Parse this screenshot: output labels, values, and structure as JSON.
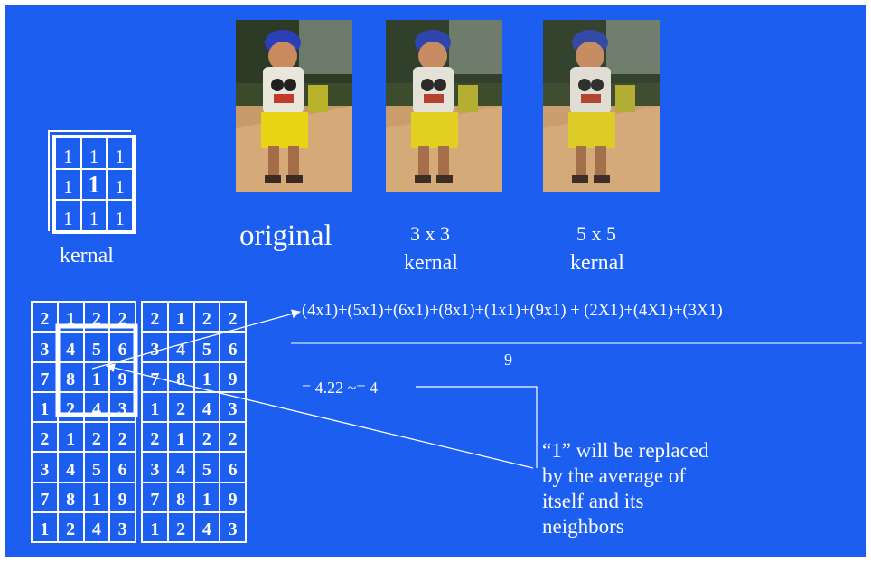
{
  "labels": {
    "original": "original",
    "k3_line1": "3 x 3",
    "k3_line2": "kernal",
    "k5_line1": "5 x 5",
    "k5_line2": "kernal",
    "kernal": "kernal"
  },
  "kernel": [
    "1",
    "1",
    "1",
    "1",
    "1",
    "1",
    "1",
    "1",
    "1"
  ],
  "left_grid": [
    "2",
    "1",
    "2",
    "2",
    "3",
    "4",
    "5",
    "6",
    "7",
    "8",
    "1",
    "9",
    "1",
    "2",
    "4",
    "3",
    "2",
    "1",
    "2",
    "2",
    "3",
    "4",
    "5",
    "6",
    "7",
    "8",
    "1",
    "9",
    "1",
    "2",
    "4",
    "3"
  ],
  "right_grid": [
    "2",
    "1",
    "2",
    "2",
    "3",
    "4",
    "5",
    "6",
    "7",
    "8",
    "1",
    "9",
    "1",
    "2",
    "4",
    "3",
    "2",
    "1",
    "2",
    "2",
    "3",
    "4",
    "5",
    "6",
    "7",
    "8",
    "1",
    "9",
    "1",
    "2",
    "4",
    "3"
  ],
  "formula": {
    "numerator": "(4x1)+(5x1)+(6x1)+(8x1)+(1x1)+(9x1) + (2X1)+(4X1)+(3X1)",
    "denominator": "9",
    "result": "= 4.22  ~= 4"
  },
  "note": [
    "“1” will be replaced",
    "by the average of",
    "itself and its",
    "neighbors"
  ],
  "colors": {
    "background": "#1b5ef0",
    "foreground": "#ffffff"
  }
}
